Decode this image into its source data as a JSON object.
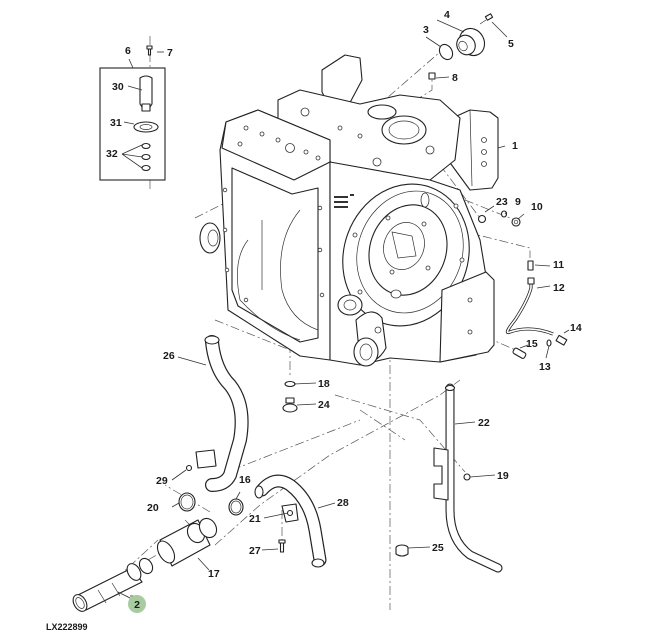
{
  "figure_id": "LX222899",
  "highlight": {
    "callout": "2",
    "color": "#a8cca0"
  },
  "callouts": {
    "c1": "1",
    "c2": "2",
    "c3": "3",
    "c4": "4",
    "c5": "5",
    "c6": "6",
    "c7": "7",
    "c8": "8",
    "c9": "9",
    "c10": "10",
    "c11": "11",
    "c12": "12",
    "c13": "13",
    "c14": "14",
    "c15": "15",
    "c16": "16",
    "c17": "17",
    "c18": "18",
    "c19": "19",
    "c20": "20",
    "c21": "21",
    "c22": "22",
    "c23": "23",
    "c24": "24",
    "c25": "25",
    "c26": "26",
    "c27": "27",
    "c28": "28",
    "c29": "29",
    "c30": "30",
    "c31": "31",
    "c32": "32"
  }
}
